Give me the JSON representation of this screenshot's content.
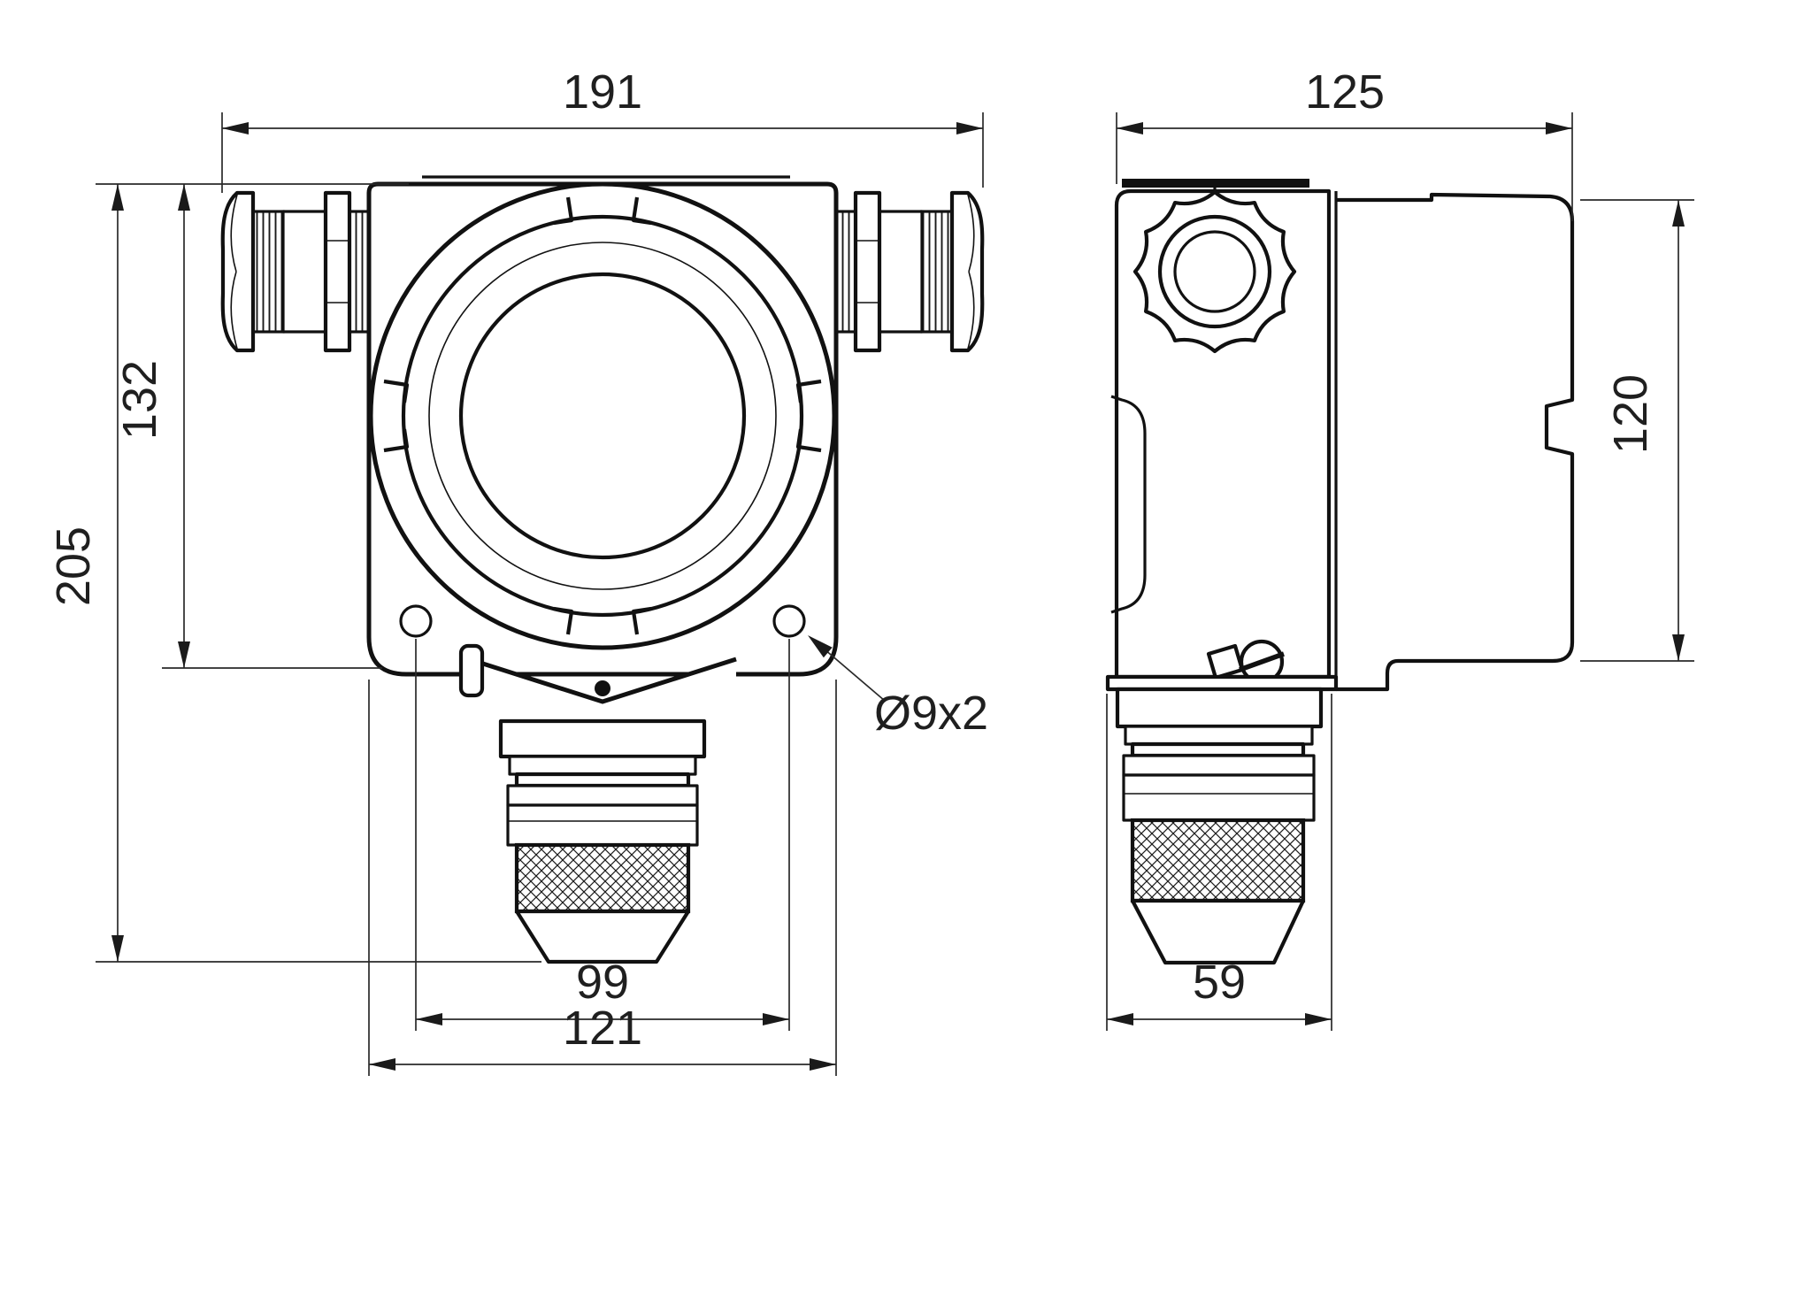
{
  "page": {
    "background": "#ffffff",
    "line_color": "#111111",
    "type": "technical-dimension-drawing"
  },
  "views": {
    "front": {
      "id": "front-view"
    },
    "side": {
      "id": "side-view"
    }
  },
  "dimensions": {
    "front_overall_width": "191",
    "side_overall_depth": "125",
    "housing_height": "132",
    "overall_height": "205",
    "rear_housing_height": "120",
    "mounting_hole_spacing": "99",
    "housing_width": "121",
    "side_base_width": "59",
    "mounting_hole_callout": "Ø9x2"
  }
}
